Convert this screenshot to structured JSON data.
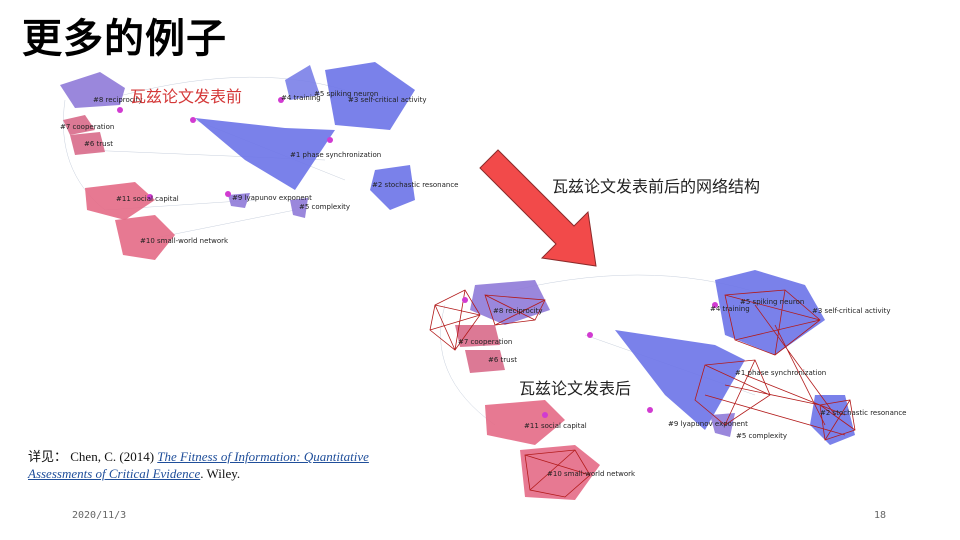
{
  "slide": {
    "title": "更多的例子",
    "caption_before": "瓦兹论文发表前",
    "caption_structure": "瓦兹论文发表前后的网络结构",
    "caption_after": "瓦兹论文发表后",
    "citation_prefix": "详见： Chen, C. (2014) ",
    "citation_link": "The Fitness of Information: Quantitative Assessments of Critical Evidence",
    "citation_suffix": ". Wiley.",
    "date": "2020/11/3",
    "page_number": "18"
  },
  "network_before": {
    "labels": [
      "#8 reciprocity",
      "#4 training",
      "#5 spiking neuron",
      "#3 self-critical activity",
      "#7 cooperation",
      "#6 trust",
      "#1 phase synchronization",
      "#2 stochastic resonance",
      "#11 social capital",
      "#9 lyapunov exponent",
      "#5 complexity",
      "#10 small-world network"
    ]
  },
  "network_after": {
    "labels": [
      "#8 reciprocity",
      "#4 training",
      "#5 spiking neuron",
      "#3 self-critical activity",
      "#7 cooperation",
      "#6 trust",
      "#1 phase synchronization",
      "#2 stochastic resonance",
      "#11 social capital",
      "#9 lyapunov exponent",
      "#5 complexity",
      "#10 small-world network"
    ]
  },
  "colors": {
    "arrow": "#f24a4a",
    "cluster_blue": "#6b73e8",
    "cluster_pink": "#e46a86",
    "links": "#b21a1a"
  }
}
